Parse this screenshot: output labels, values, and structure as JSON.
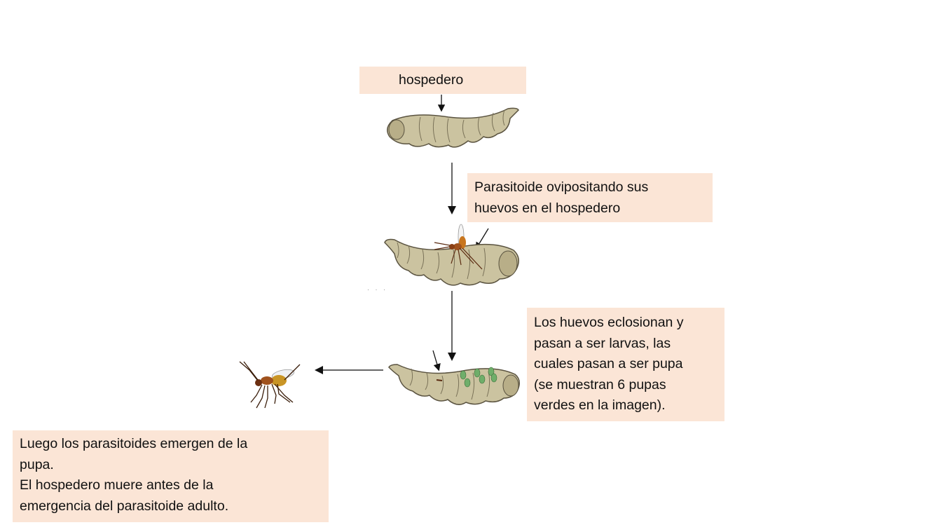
{
  "labels": {
    "host": "hospedero",
    "oviposition": [
      "Parasitoide ovipositando sus",
      "huevos en el hospedero"
    ],
    "hatching": [
      "Los huevos eclosionan y",
      "pasan a ser larvas, las",
      "cuales pasan a ser pupa",
      "(se muestran 6 pupas",
      "verdes en la imagen)."
    ],
    "emergence": [
      "Luego los parasitoides emergen de la",
      "pupa.",
      "El hospedero muere antes de la",
      "emergencia del parasitoide adulto."
    ]
  },
  "colors": {
    "box": "#fbe5d6",
    "larva": "#cbc3a0",
    "larva_outline": "#5a5340",
    "pupa": "#6fae6a",
    "wasp": "#a0521d"
  }
}
